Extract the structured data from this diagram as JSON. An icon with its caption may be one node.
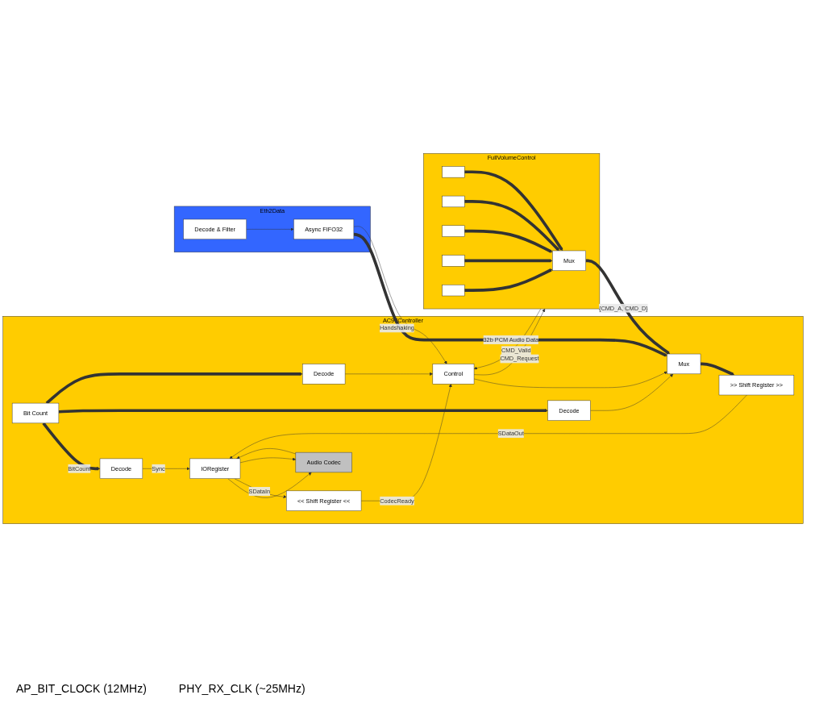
{
  "diagram": {
    "nodes": [
      {
        "text": [
          "AC97Controller"
        ]
      },
      {
        "text": [
          "Decode"
        ],
        "in": 0
      },
      {
        "text": [
          "IORegister"
        ],
        "in": 0
      },
      {
        "text": [
          "Audio Codec"
        ],
        "in": 0
      },
      {
        "text": [
          "<< Shift Register <<"
        ],
        "in": 0
      },
      {
        "text": [
          ">> Shift Register >>"
        ],
        "in": 0
      },
      {
        "text": [
          "Bit Count"
        ],
        "in": 0
      },
      {
        "text": [
          "Decode"
        ],
        "in": 0
      },
      {
        "text": [
          "Mux"
        ],
        "in": 0
      },
      {
        "text": [
          "Decode"
        ],
        "in": 0
      },
      {
        "text": [
          "Control"
        ],
        "in": 0
      },
      {
        "text": [
          "FullVolumeControl"
        ]
      },
      {
        "text": [
          "Mux"
        ],
        "in": 11
      },
      {
        "text": [],
        "shape": "box",
        "in": 11
      },
      {
        "text": [],
        "shape": "box",
        "in": 11
      },
      {
        "text": [],
        "shape": "box",
        "in": 11
      },
      {
        "text": [],
        "shape": "box",
        "in": 11
      },
      {
        "text": [],
        "shape": "box",
        "in": 11
      },
      {
        "text": [
          "Eth2Data"
        ]
      },
      {
        "text": [
          "Async FIFO32"
        ],
        "in": 18
      },
      {
        "text": [
          "Decode & Filter"
        ],
        "in": 18
      }
    ],
    "edges": [
      {
        "from": 6,
        "to": 1,
        "arrow": "to",
        "label": "BitCount",
        "style": "thick"
      },
      {
        "from": 6,
        "to": 7,
        "arrow": "to",
        "style": "thick"
      },
      {
        "from": 6,
        "to": 9,
        "arrow": "to",
        "style": "thick"
      },
      {
        "from": 1,
        "to": 2,
        "arrow": "to",
        "label": "Sync"
      },
      {
        "from": 2,
        "to": 3,
        "arrow": "to"
      },
      {
        "from": 3,
        "to": 2,
        "arrow": "to"
      },
      {
        "from": 2,
        "to": 4,
        "arrow": "to",
        "label": "SDataIn"
      },
      {
        "from": 5,
        "to": 2,
        "arrow": "to",
        "label": "SDataOut"
      },
      {
        "from": 2,
        "to": 3,
        "arrow": "to"
      },
      {
        "from": 4,
        "to": 10,
        "arrow": "to",
        "label": "CodecReady"
      },
      {
        "from": 8,
        "to": 5,
        "arrow": "to",
        "style": "thick"
      },
      {
        "from": 7,
        "to": 8,
        "arrow": "to"
      },
      {
        "from": 10,
        "to": 8,
        "arrow": "to"
      },
      {
        "from": 9,
        "to": 10,
        "arrow": "to"
      },
      {
        "from": 12,
        "to": 8,
        "arrow": "to",
        "label": "{CMD_A, CMD_D}",
        "style": "thick"
      },
      {
        "from": 19,
        "to": 8,
        "arrow": "to",
        "label": "32b PCM Audio Data",
        "style": "thick"
      },
      {
        "from": 19,
        "to": 10,
        "arrow": "to",
        "label": "Handshaking"
      },
      {
        "from": 11,
        "to": 10,
        "arrow": "to",
        "label": "CMD_Valid"
      },
      {
        "from": 10,
        "to": 11,
        "arrow": "to",
        "label": "CMD_Request"
      },
      {
        "from": 13,
        "to": 12,
        "arrow": "to",
        "style": "thick"
      },
      {
        "from": 14,
        "to": 12,
        "arrow": "to",
        "style": "thick"
      },
      {
        "from": 15,
        "to": 12,
        "arrow": "to",
        "style": "thick"
      },
      {
        "from": 16,
        "to": 12,
        "arrow": "to",
        "style": "thick"
      },
      {
        "from": 17,
        "to": 12,
        "arrow": "to",
        "style": "thick"
      },
      {
        "from": 20,
        "to": 19,
        "arrow": "to"
      }
    ],
    "labels": [
      "AP_BIT_CLOCK (12MHz)",
      "PHY_RX_CLK (~25MHz)"
    ]
  }
}
